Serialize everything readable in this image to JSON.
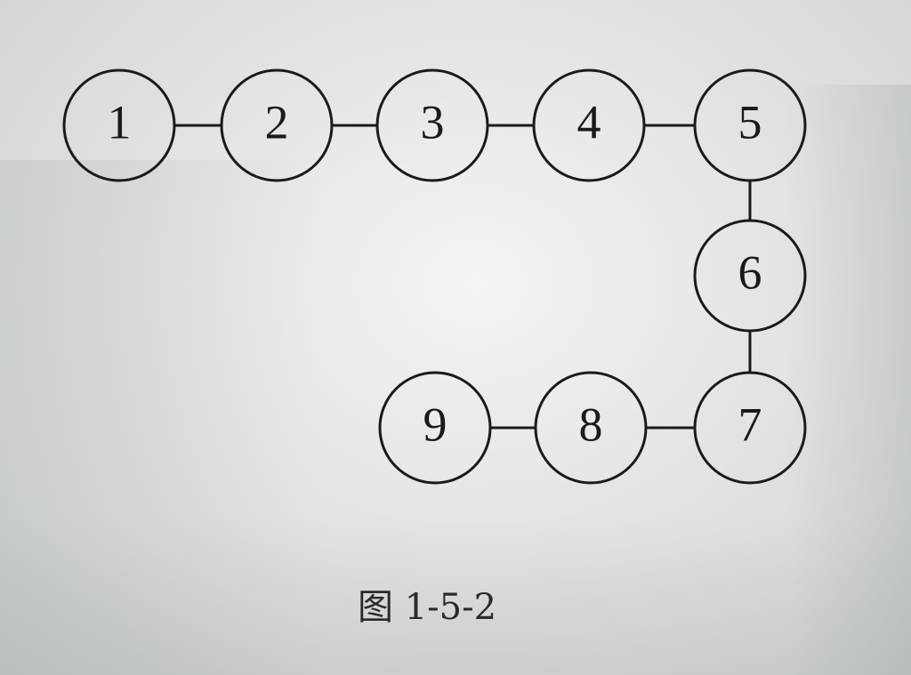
{
  "nodes": [
    {
      "id": "1",
      "label": "1"
    },
    {
      "id": "2",
      "label": "2"
    },
    {
      "id": "3",
      "label": "3"
    },
    {
      "id": "4",
      "label": "4"
    },
    {
      "id": "5",
      "label": "5"
    },
    {
      "id": "6",
      "label": "6"
    },
    {
      "id": "7",
      "label": "7"
    },
    {
      "id": "8",
      "label": "8"
    },
    {
      "id": "9",
      "label": "9"
    }
  ],
  "edges": [
    [
      "1",
      "2"
    ],
    [
      "2",
      "3"
    ],
    [
      "3",
      "4"
    ],
    [
      "4",
      "5"
    ],
    [
      "5",
      "6"
    ],
    [
      "6",
      "7"
    ],
    [
      "7",
      "8"
    ],
    [
      "8",
      "9"
    ]
  ],
  "caption": "图 1-5-2"
}
